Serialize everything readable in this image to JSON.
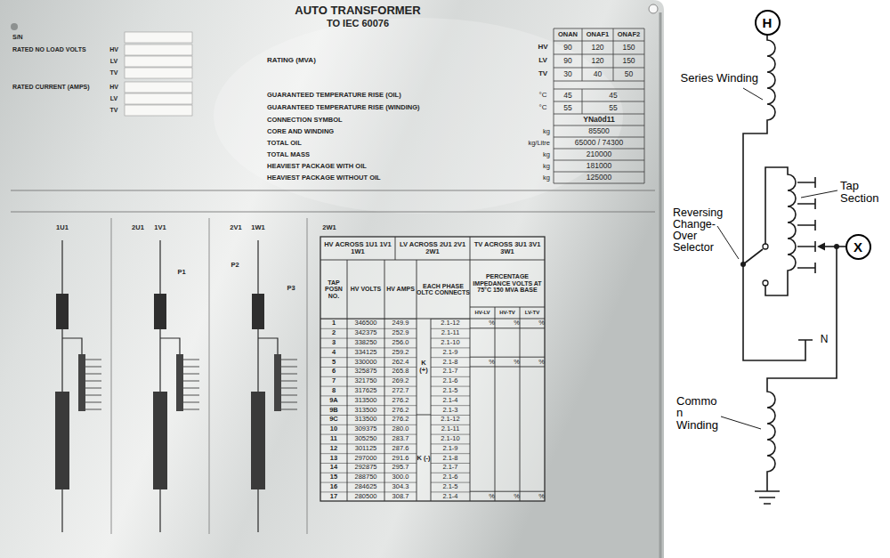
{
  "diagram": {
    "nodes": [
      {
        "text": [
          "H"
        ]
      },
      {
        "text": [
          "X"
        ]
      }
    ],
    "labels": [
      "AUTO TRANSFORMER",
      "TO IEC 60076",
      "ONAN",
      "ONAF1",
      "ONAF2",
      "HV",
      "90",
      "120",
      "150",
      "LV",
      "90",
      "120",
      "150",
      "TV",
      "30",
      "40",
      "50",
      "RATING (MVA)",
      "GUARANTEED TEMPERATURE RISE (OIL)",
      "°C",
      "45",
      "45",
      "GUARANTEED TEMPERATURE RISE (WINDING)",
      "°C",
      "55",
      "55",
      "CONNECTION SYMBOL",
      "YNa0d11",
      "CORE AND WINDING",
      "kg",
      "85500",
      "TOTAL OIL",
      "kg/Litre",
      "65000 / 74300",
      "TOTAL MASS",
      "kg",
      "210000",
      "HEAVIEST PACKAGE WITH OIL",
      "kg",
      "181000",
      "HEAVIEST PACKAGE WITHOUT OIL",
      "kg",
      "125000",
      "S/N",
      "RATED NO LOAD VOLTS",
      "HV",
      "LV",
      "TV",
      "RATED CURRENT (AMPS)",
      "HV",
      "LV",
      "TV",
      "1U1",
      "2U1",
      "1V1",
      "2V1",
      "1W1",
      "2W1",
      "P1",
      "P2",
      "P3",
      "HV ACROSS 1U1 1V1 1W1",
      "LV ACROSS 2U1 2V1 2W1",
      "TV ACROSS 3U1 3V1 3W1",
      "TAP POSN NO.",
      "HV VOLTS",
      "HV AMPS",
      "EACH PHASE OLTC CONNECTS",
      "PERCENTAGE IMPEDANCE VOLTS AT 75°C 150 MVA BASE",
      "HV-LV",
      "HV-TV",
      "LV-TV",
      "1",
      "346500",
      "249.9",
      "2.1-12",
      "2",
      "342375",
      "252.9",
      "2.1-11",
      "3",
      "338250",
      "256.0",
      "2.1-10",
      "4",
      "334125",
      "259.2",
      "2.1-9",
      "5",
      "330000",
      "262.4",
      "2.1-8",
      "6",
      "325875",
      "265.8",
      "2.1-7",
      "7",
      "321750",
      "269.2",
      "2.1-6",
      "8",
      "317625",
      "272.7",
      "2.1-5",
      "9A",
      "313500",
      "276.2",
      "2.1-4",
      "9B",
      "313500",
      "276.2",
      "2.1-3",
      "9C",
      "313500",
      "276.2",
      "2.1-12",
      "10",
      "309375",
      "280.0",
      "2.1-11",
      "11",
      "305250",
      "283.7",
      "2.1-10",
      "12",
      "301125",
      "287.6",
      "2.1-9",
      "13",
      "297000",
      "291.6",
      "2.1-8",
      "14",
      "292875",
      "295.7",
      "2.1-7",
      "15",
      "288750",
      "300.0",
      "2.1-6",
      "16",
      "284625",
      "304.3",
      "2.1-5",
      "17",
      "280500",
      "308.7",
      "2.1-4",
      "K (+)",
      "K (-)",
      "%",
      "%",
      "%",
      "%",
      "%",
      "%",
      "%",
      "%",
      "%",
      "Series Winding",
      "Tap Section",
      "Reversing Change- Over Selector",
      "Commo n Winding",
      "N"
    ]
  }
}
